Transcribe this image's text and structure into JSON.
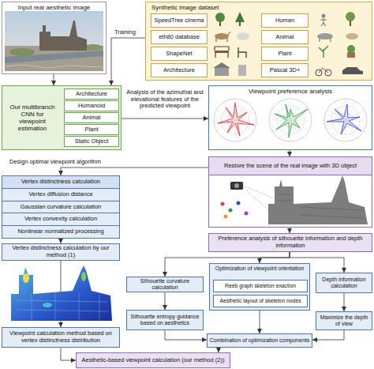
{
  "diagram": {
    "nodes": [
      {
        "text": [
          "Input real aesthetic image"
        ]
      },
      {
        "text": [
          "Synthetic image dataset"
        ]
      },
      {
        "text": [
          "SpeedTree cinema"
        ],
        "in": 1
      },
      {
        "text": [
          "Human"
        ],
        "in": 1
      },
      {
        "text": [
          "eth80 database"
        ],
        "in": 1
      },
      {
        "text": [
          "Animal"
        ],
        "in": 1
      },
      {
        "text": [
          "ShapeNet"
        ],
        "in": 1
      },
      {
        "text": [
          "Plant"
        ],
        "in": 1
      },
      {
        "text": [
          "Architecture"
        ],
        "in": 1
      },
      {
        "text": [
          "Pascal 3D+"
        ],
        "in": 1
      },
      {
        "text": [
          "Our multibranch CNN for viewpoint estimation"
        ]
      },
      {
        "text": [
          "Architecture"
        ],
        "in": 10
      },
      {
        "text": [
          "Humanoid"
        ],
        "in": 10
      },
      {
        "text": [
          "Animal"
        ],
        "in": 10
      },
      {
        "text": [
          "Plant"
        ],
        "in": 10
      },
      {
        "text": [
          "Static Object"
        ],
        "in": 10
      },
      {
        "text": [
          "Viewpoint preference analysis"
        ]
      },
      {
        "text": [
          "Restore the scene of the real image with 3D object"
        ]
      },
      {
        "text": [
          "Vertex distinctness calculation",
          "Vertex diffusion distance",
          "Gaussian curvature calculation",
          "Vertex convexity calculation",
          "Nonlinear normalized processing"
        ]
      },
      {
        "text": [
          "Preference analysis of silhouette information and depth information"
        ]
      },
      {
        "text": [
          "Vertex distinctness calculation by our method (1)"
        ]
      },
      {
        "text": [
          "Silhouette curvature calculation"
        ]
      },
      {
        "text": [
          "Optimization of viewpoint orientation"
        ]
      },
      {
        "text": [
          "Reeb graph skeleton exaction"
        ],
        "in": 22
      },
      {
        "text": [
          "Aesthetic layout of skeleton nodes"
        ],
        "in": 22
      },
      {
        "text": [
          "Depth information calculation"
        ]
      },
      {
        "text": [
          "Silhouette entropy guidance based on aesthetics"
        ]
      },
      {
        "text": [
          "Maximize the depth of view"
        ]
      },
      {
        "text": [
          "Viewpoint calculation method based on vertex distinctness distribution"
        ]
      },
      {
        "text": [
          "Combination of optimization components"
        ]
      },
      {
        "text": [
          "Aesthetic-based viewpoint calculation (our method (2))"
        ]
      }
    ],
    "edges": [
      {
        "from": 0,
        "to": 10,
        "arrow": "to"
      },
      {
        "from": 1,
        "to": 10,
        "label": "Training",
        "arrow": "to"
      },
      {
        "from": 10,
        "to": 16,
        "label": "Analysis of the azimuthal and elevational features of the predicted viewpoint",
        "arrow": "to"
      },
      {
        "from": 16,
        "to": 17,
        "arrow": "to"
      },
      {
        "from": 17,
        "to": 18,
        "label": "Design optimal viewpoint algorithm",
        "arrow": "to"
      },
      {
        "from": 17,
        "to": 19,
        "arrow": "to"
      },
      {
        "from": 18,
        "to": 20,
        "arrow": "to"
      },
      {
        "from": 20,
        "to": 28,
        "arrow": "to"
      },
      {
        "from": 28,
        "to": 30,
        "arrow": "to"
      },
      {
        "from": 19,
        "to": 21,
        "arrow": "to"
      },
      {
        "from": 19,
        "to": 22,
        "arrow": "to"
      },
      {
        "from": 19,
        "to": 25,
        "arrow": "to"
      },
      {
        "from": 21,
        "to": 26,
        "arrow": "to"
      },
      {
        "from": 25,
        "to": 27,
        "arrow": "to"
      },
      {
        "from": 26,
        "to": 29,
        "arrow": "to"
      },
      {
        "from": 22,
        "to": 29,
        "arrow": "to"
      },
      {
        "from": 27,
        "to": 29,
        "arrow": "to"
      },
      {
        "from": 29,
        "to": 30,
        "arrow": "to"
      }
    ]
  }
}
